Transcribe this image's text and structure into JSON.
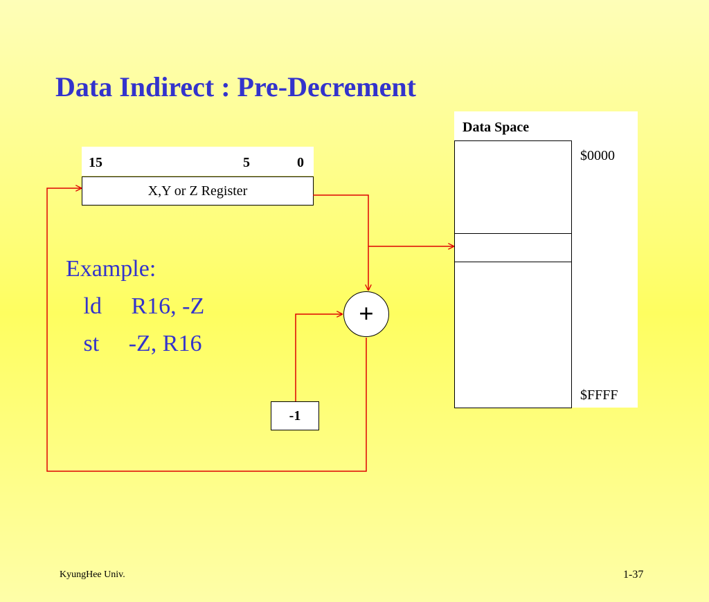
{
  "title": "Data Indirect : Pre-Decrement",
  "register": {
    "bits": {
      "high": "15",
      "mid": "5",
      "low": "0"
    },
    "label": "X,Y or Z Register"
  },
  "data_space": {
    "title": "Data Space",
    "start_address": "$0000",
    "end_address": "$FFFF"
  },
  "example": {
    "heading": "Example:",
    "lines": [
      {
        "op": "ld",
        "args": "R16, -Z"
      },
      {
        "op": "st",
        "args": "-Z, R16"
      }
    ]
  },
  "adder": {
    "symbol": "+"
  },
  "decrement": {
    "label": "-1"
  },
  "footer": {
    "left": "KyungHee Univ.",
    "right": "1-37"
  },
  "colors": {
    "title": "#3333cc",
    "wire": "#dd0000",
    "example": "#3333cc"
  }
}
